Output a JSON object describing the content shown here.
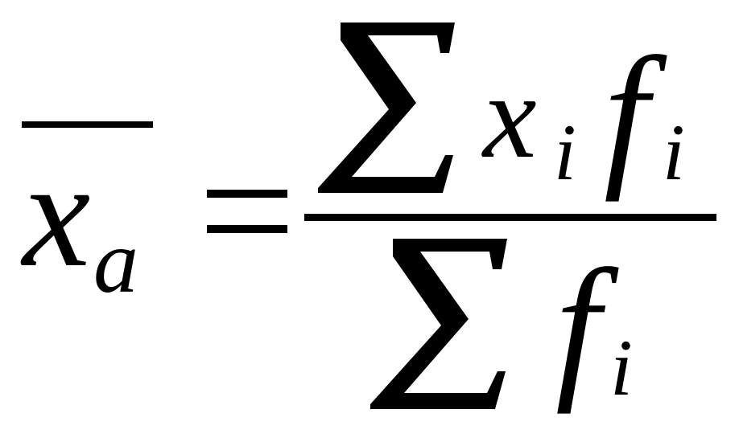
{
  "formula": {
    "lhs": {
      "variable": "x",
      "subscript": "a"
    },
    "equals": "=",
    "numerator": {
      "sum_symbol": "Σ",
      "term1_variable": "x",
      "term1_subscript": "i",
      "term2_variable": "f",
      "term2_subscript": "i"
    },
    "denominator": {
      "sum_symbol": "Σ",
      "variable": "f",
      "subscript": "i"
    }
  }
}
